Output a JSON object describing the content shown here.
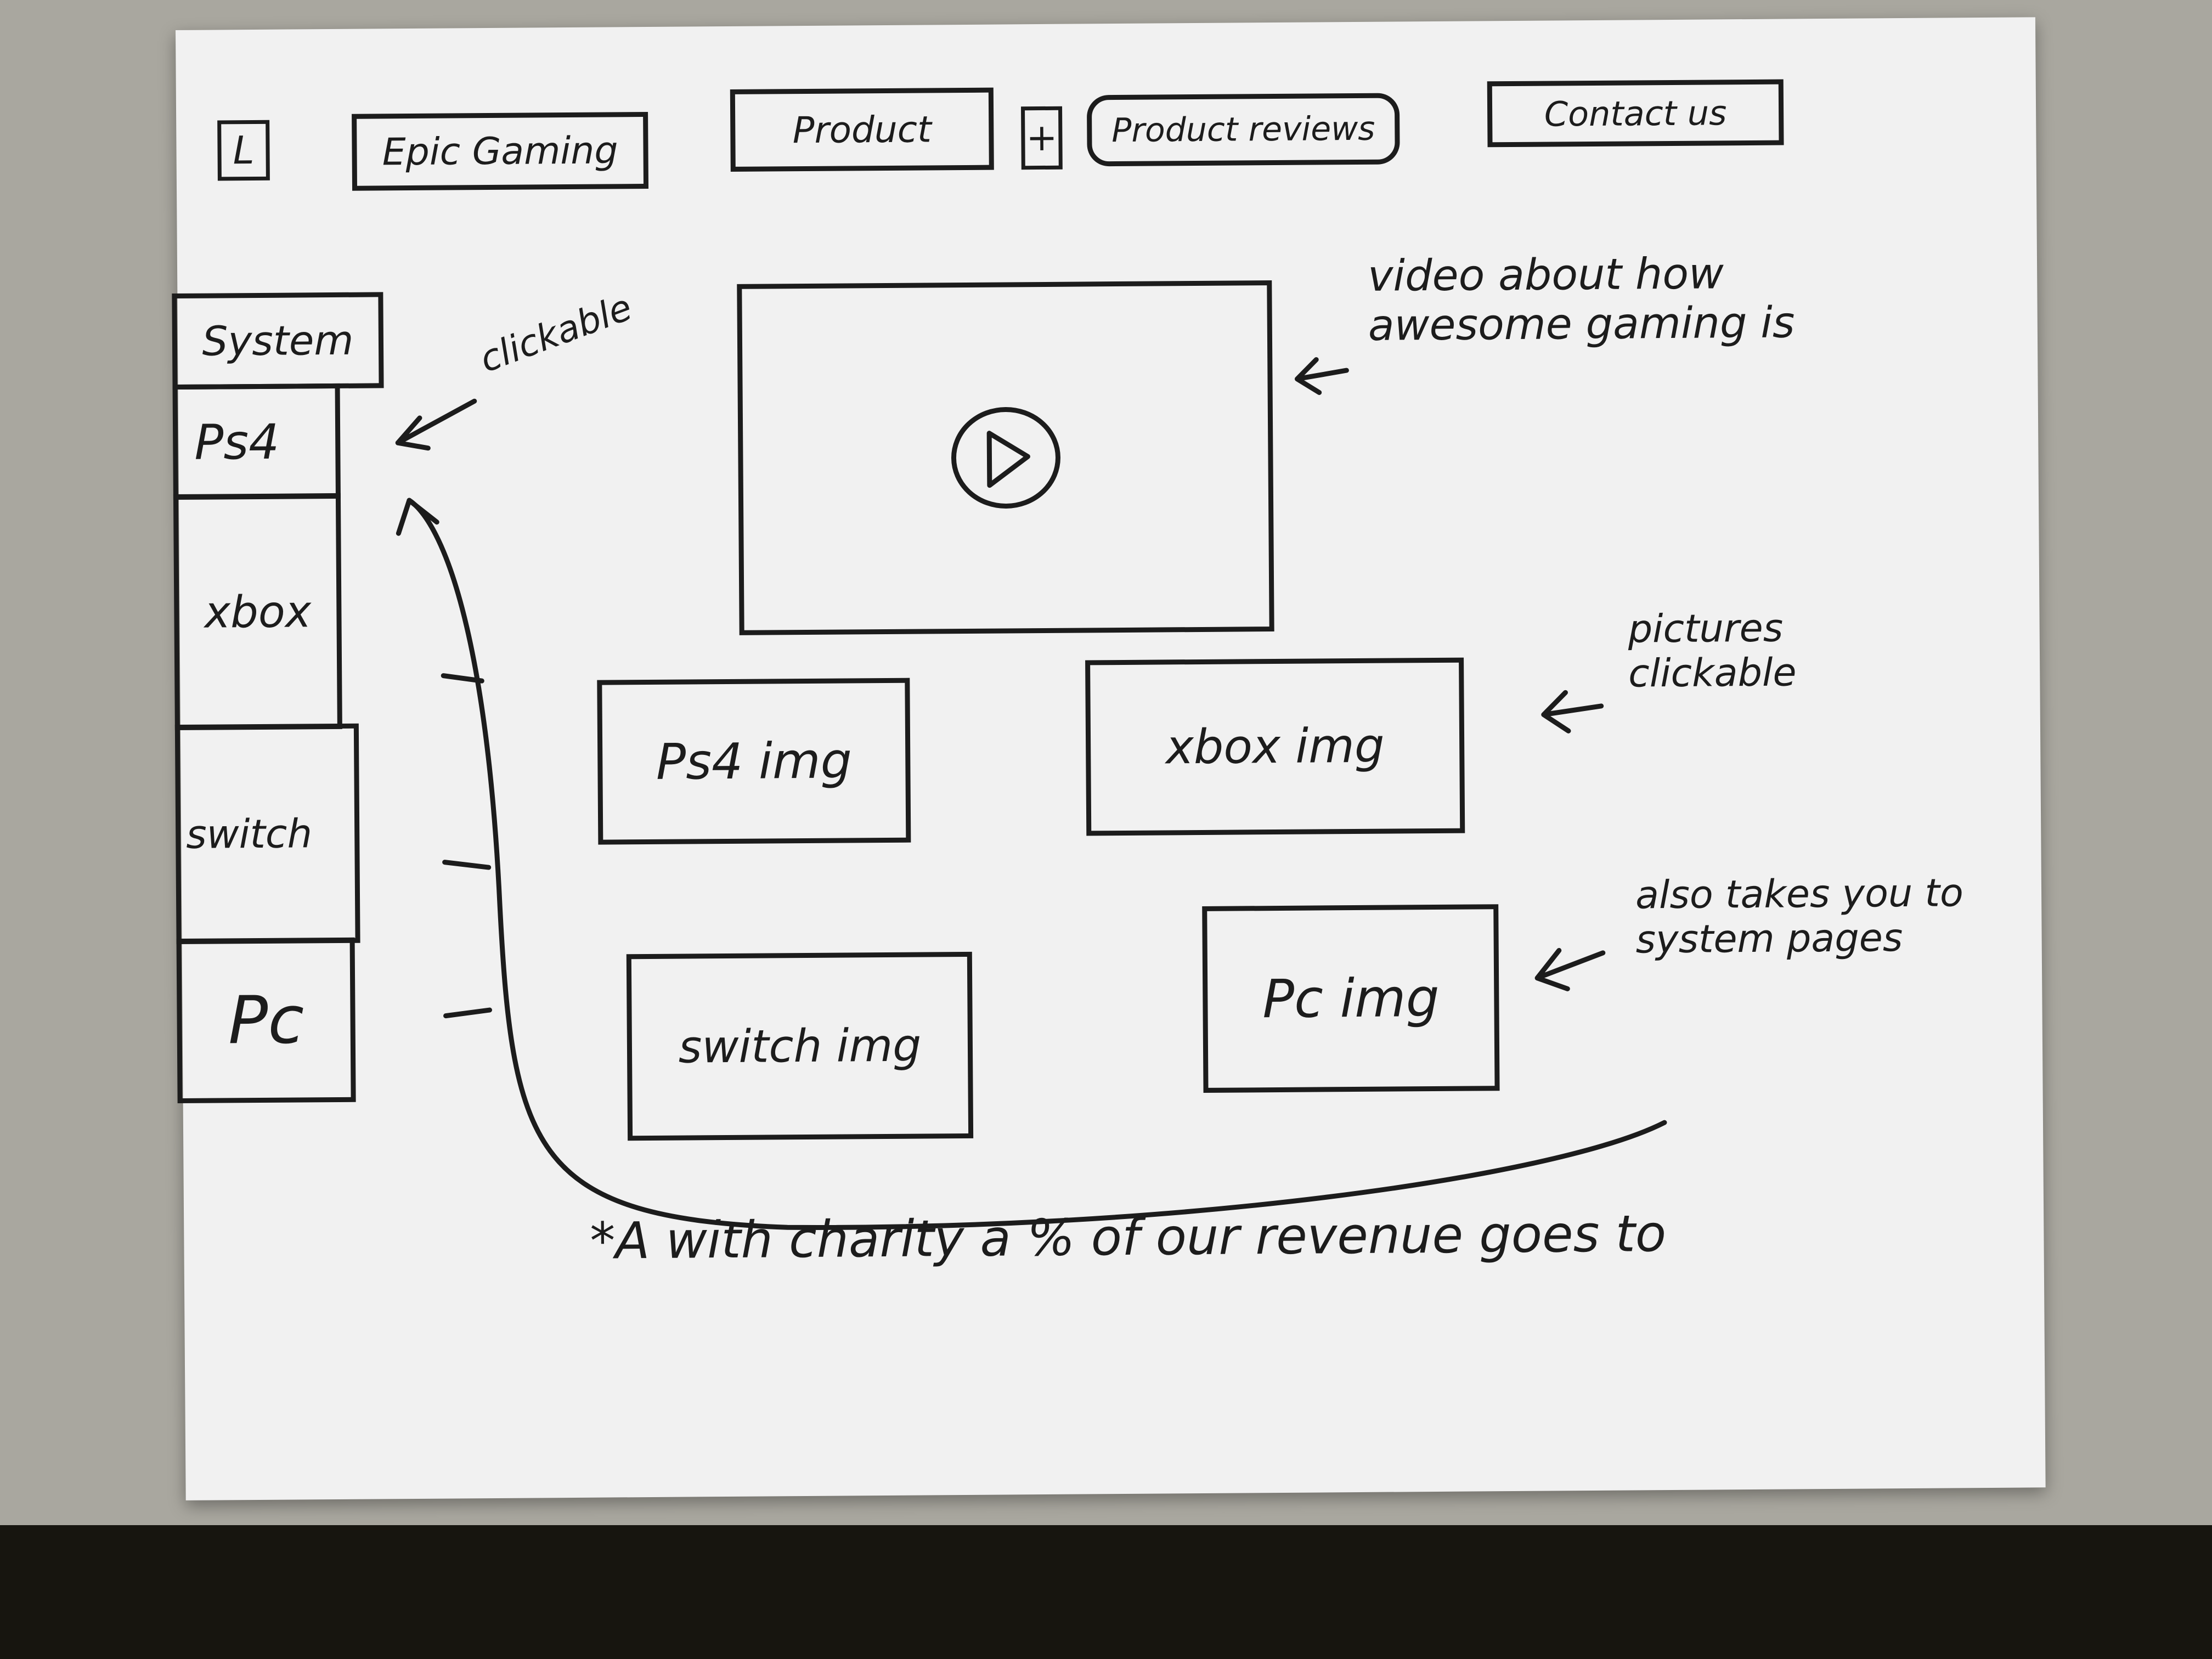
{
  "nav": {
    "logo": "L",
    "brand": "Epic Gaming",
    "product": "Product",
    "plus": "+",
    "product_reviews": "Product reviews",
    "contact": "Contact us"
  },
  "sidebar": {
    "header": "System",
    "items": [
      "Ps4",
      "xbox",
      "switch",
      "Pc"
    ]
  },
  "video": {
    "play_icon": "play-icon"
  },
  "products": {
    "ps4": "Ps4 img",
    "xbox": "xbox img",
    "switch": "switch img",
    "pc": "Pc img"
  },
  "annotations": {
    "clickable": "clickable",
    "video_note": "video about how awesome gaming is",
    "pictures_note": "pictures clickable",
    "takes_note": "also takes you to system pages",
    "charity_note": "*A with charity a % of our revenue goes to"
  }
}
